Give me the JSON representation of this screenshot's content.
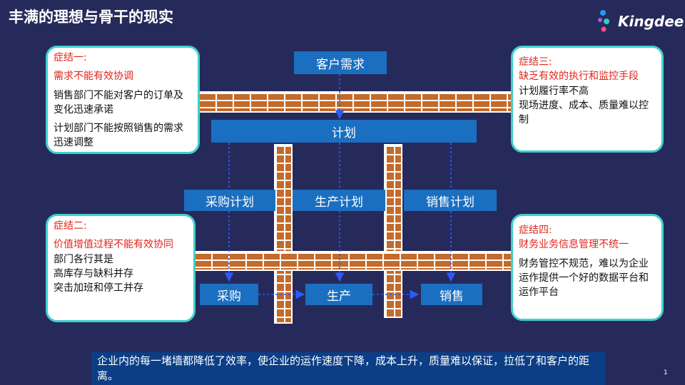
{
  "title": "丰满的理想与骨干的现实",
  "logo": {
    "text": "Kingdee",
    "dot_colors": [
      "#1f9bf0",
      "#9a5ef2",
      "#2fd0c4",
      "#ff4f8b"
    ]
  },
  "colors": {
    "background": "#262a5b",
    "box": "#1b6fc0",
    "brick": "#c46a2a",
    "card_border": "#3fd0c9",
    "highlight": "#e0251b",
    "bottom_bar": "#0c3e86"
  },
  "boxes": {
    "customer": "客户需求",
    "plan": "计划",
    "purchase_plan": "采购计划",
    "production_plan": "生产计划",
    "sales_plan": "销售计划",
    "purchase": "采购",
    "production": "生产",
    "sales": "销售"
  },
  "cards": {
    "one": {
      "heading": "症结一:",
      "subtitle": "需求不能有效协调",
      "lines": [
        "销售部门不能对客户的订单及变化迅速承诺",
        "计划部门不能按照销售的需求迅速调整"
      ]
    },
    "two": {
      "heading": "症结二:",
      "subtitle": "价值增值过程不能有效协同",
      "lines": [
        "部门各行其是",
        "高库存与缺料并存",
        "突击加班和停工并存"
      ]
    },
    "three": {
      "heading": "症结三:",
      "subtitle": "缺乏有效的执行和监控手段",
      "lines": [
        "计划履行率不高",
        "现场进度、成本、质量难以控制"
      ]
    },
    "four": {
      "heading": "症结四:",
      "subtitle": "财务业务信息管理不统一",
      "lines": [
        "财务管控不规范，难以为企业运作提供一个好的数据平台和运作平台"
      ]
    }
  },
  "bottom_text": "企业内的每一堵墙都降低了效率，使企业的运作速度下降，成本上升，质量难以保证，拉低了和客户的距离。",
  "page_number": "1"
}
